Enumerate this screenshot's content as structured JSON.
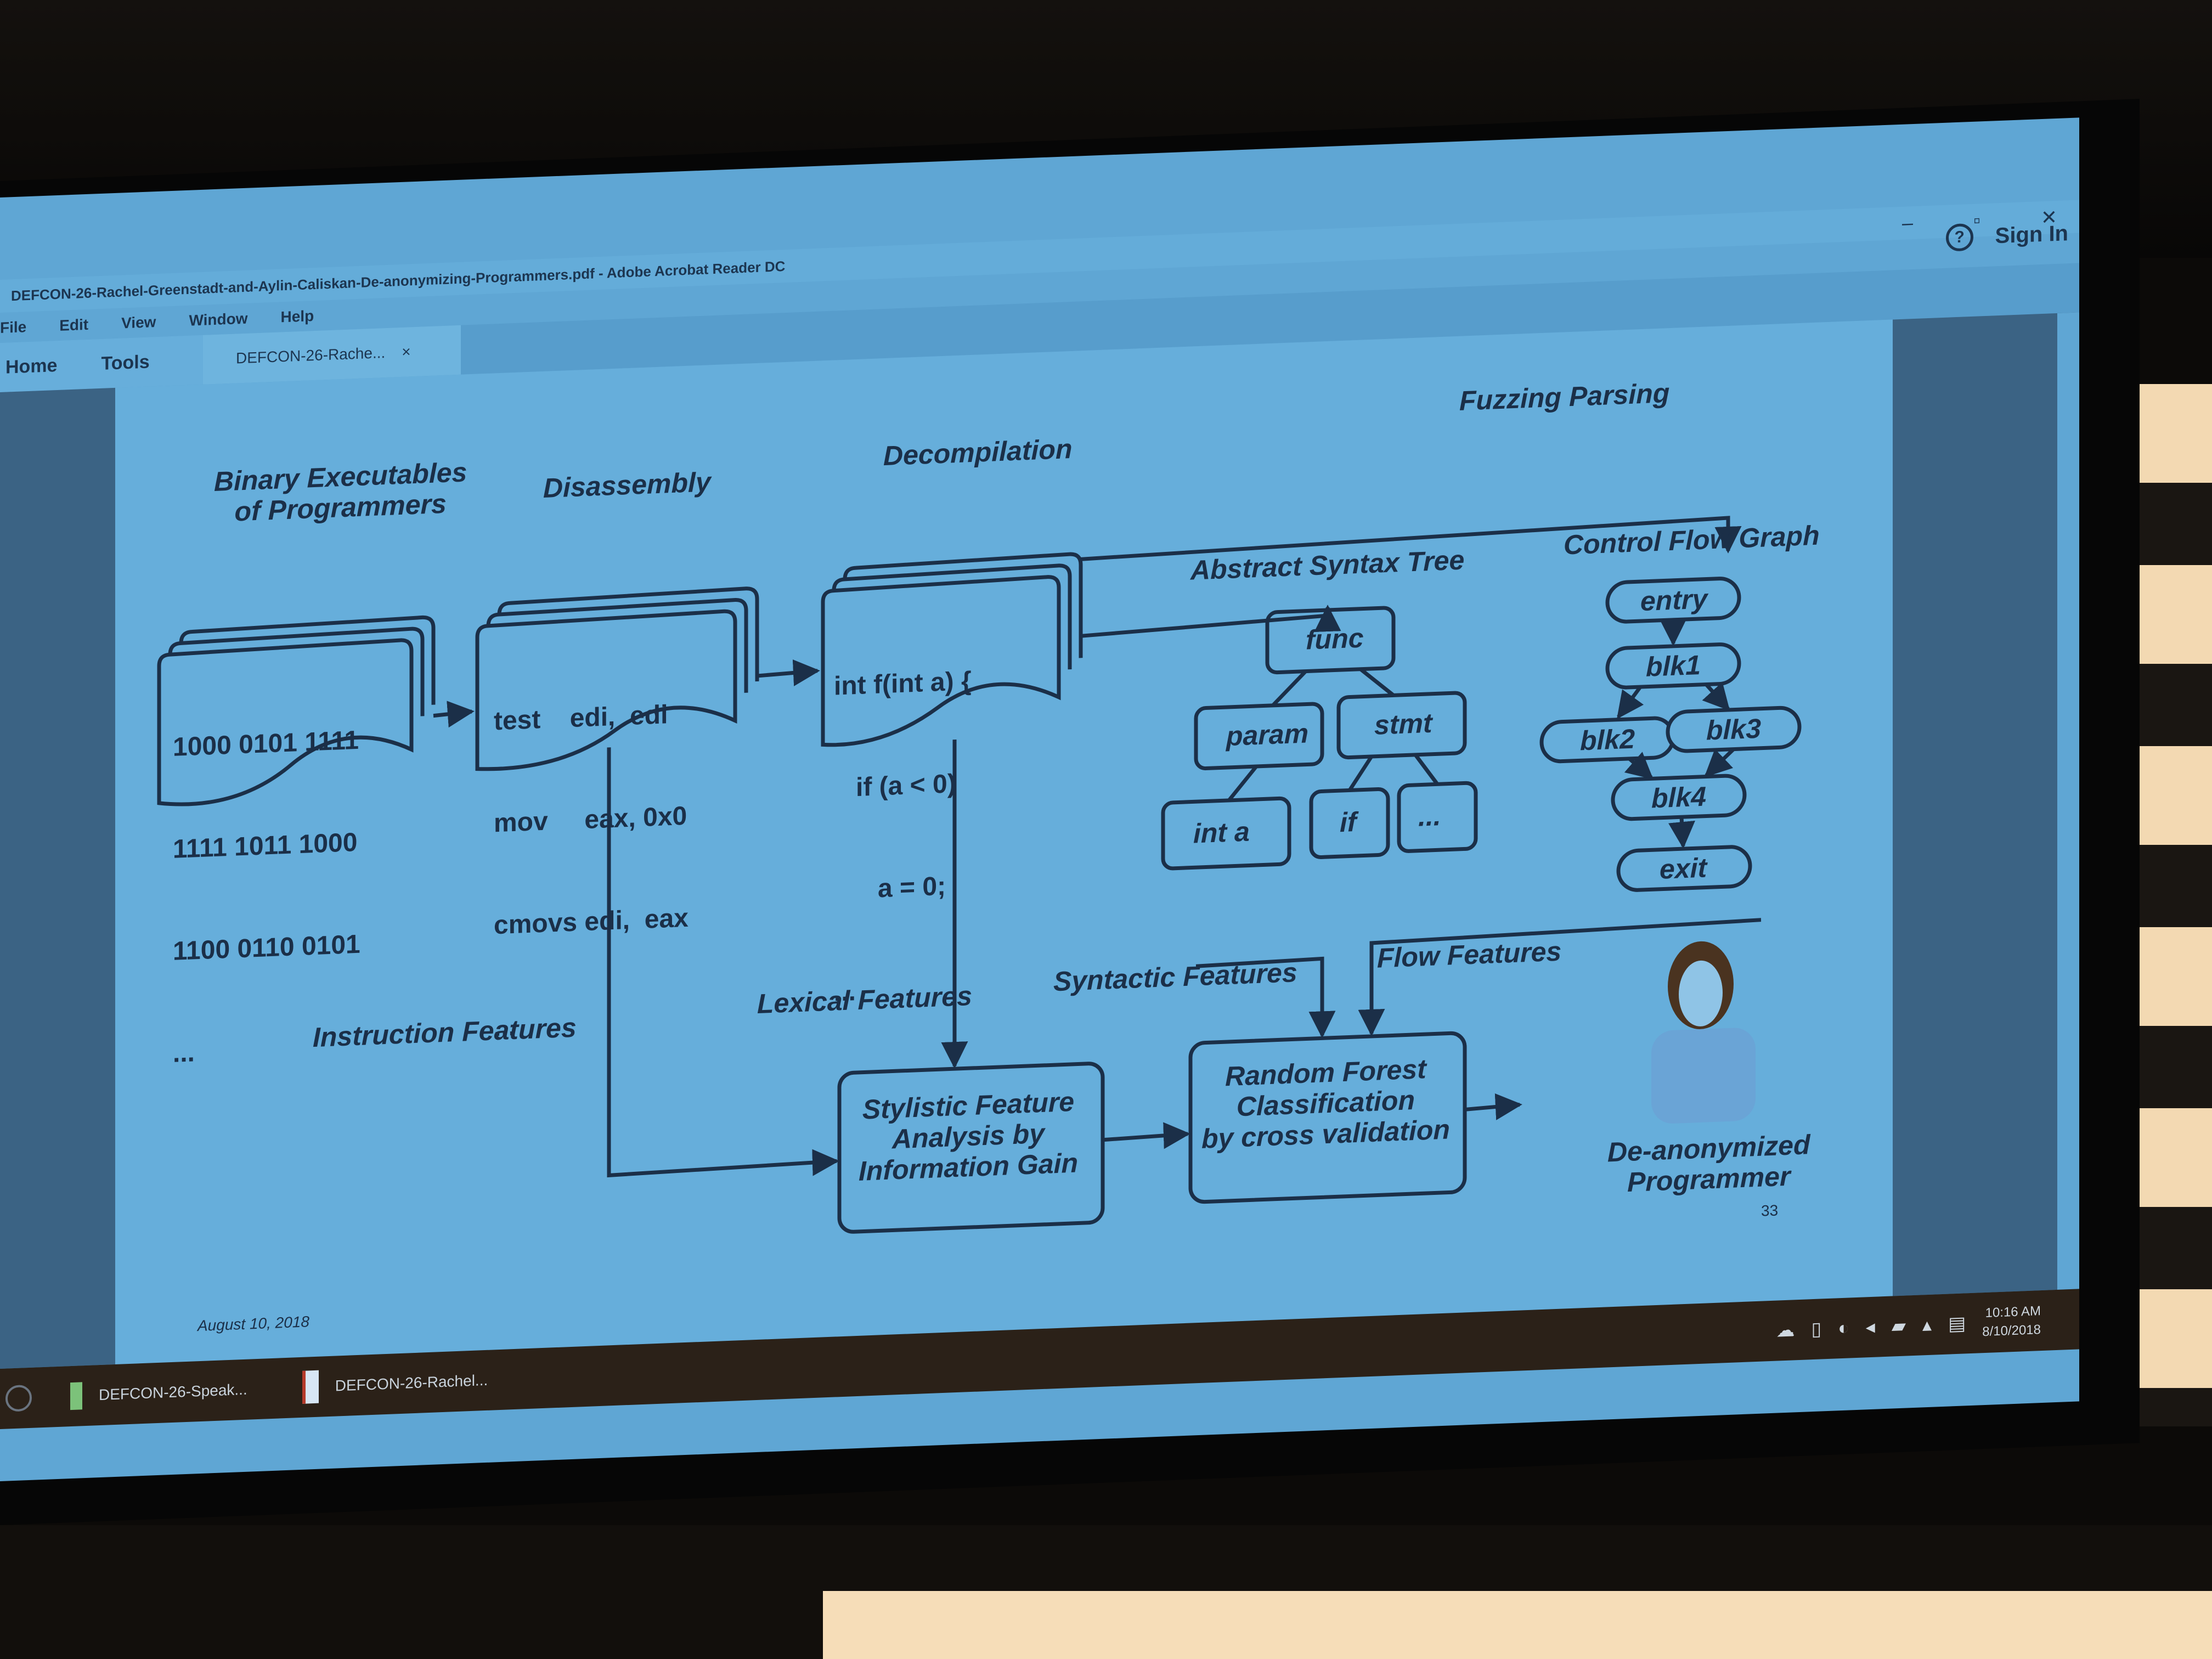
{
  "window": {
    "title": "DEFCON-26-Rachel-Greenstadt-and-Aylin-Caliskan-De-anonymizing-Programmers.pdf - Adobe Acrobat Reader DC",
    "controls": {
      "minimize": "–",
      "maximize": "▫",
      "close": "✕"
    }
  },
  "menu": [
    "File",
    "Edit",
    "View",
    "Window",
    "Help"
  ],
  "tabs": {
    "home": "Home",
    "tools": "Tools",
    "document": "DEFCON-26-Rache...",
    "document_close": "×"
  },
  "toolbar": {
    "help_icon": "?",
    "sign_in": "Sign In"
  },
  "slide": {
    "binary": {
      "title_line1": "Binary Executables",
      "title_line2": "of Programmers",
      "lines": [
        "1000 0101 1111",
        "1111 1011 1000",
        "1100 0110 0101",
        "..."
      ]
    },
    "disassembly": {
      "title": "Disassembly",
      "lines": [
        "test    edi,  edi",
        "mov     eax, 0x0",
        "cmovs edi,  eax",
        "..."
      ]
    },
    "decompilation": {
      "title": "Decompilation",
      "lines": [
        "int f(int a) {",
        "   if (a < 0)",
        "      a = 0;",
        "..."
      ]
    },
    "fuzzing_parsing": "Fuzzing Parsing",
    "ast": {
      "title": "Abstract Syntax Tree",
      "nodes": {
        "root": "func",
        "left": "param",
        "right": "stmt",
        "ll": "int a",
        "rl": "if",
        "rr": "..."
      }
    },
    "cfg": {
      "title": "Control Flow Graph",
      "nodes": [
        "entry",
        "blk1",
        "blk2",
        "blk3",
        "blk4",
        "exit"
      ]
    },
    "features": {
      "instruction": "Instruction Features",
      "lexical": "Lexical Features",
      "syntactic": "Syntactic Features",
      "flow": "Flow Features"
    },
    "stylistic_box": [
      "Stylistic Feature",
      "Analysis by",
      "Information Gain"
    ],
    "random_forest_box": [
      "Random Forest",
      "Classification",
      "by cross validation"
    ],
    "output": [
      "De-anonymized",
      "Programmer"
    ],
    "footer_date": "August 10, 2018",
    "page_number": "33"
  },
  "taskbar": {
    "items": [
      "DEFCON-26-Speak...",
      "DEFCON-26-Rachel..."
    ],
    "time": "10:16 AM",
    "date": "8/10/2018"
  },
  "colors": {
    "screen_bg": "#5fa6d4",
    "diagram_ink": "#1b2f48",
    "taskbar": "#2b2118"
  }
}
